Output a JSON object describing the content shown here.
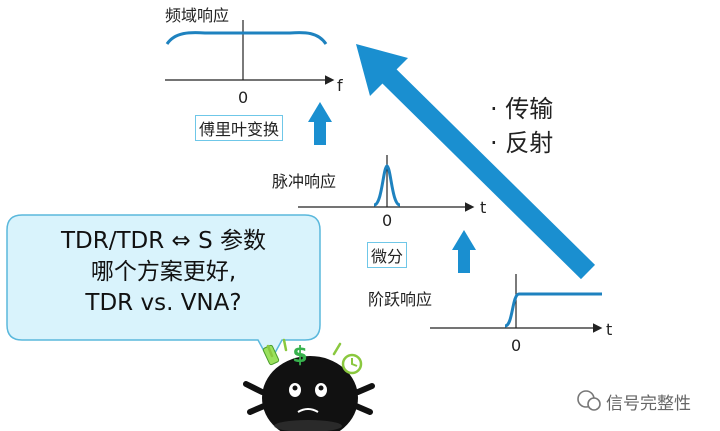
{
  "freq": {
    "title": "频域响应",
    "origin": "0",
    "axis": "f"
  },
  "fourier": {
    "label": "傅里叶变换"
  },
  "impulse": {
    "title": "脉冲响应",
    "origin": "0",
    "axis": "t"
  },
  "diff": {
    "label": "微分"
  },
  "step": {
    "title": "阶跃响应",
    "origin": "0",
    "axis": "t"
  },
  "bullets": [
    "· 传输",
    "· 反射"
  ],
  "bubble": {
    "lines": [
      "TDR/TDR ⇔ S 参数",
      "哪个方案更好,",
      "TDR vs. VNA?"
    ]
  },
  "watermark": {
    "text": "信号完整性"
  },
  "colors": {
    "accent": "#1a8fd0",
    "curve": "#1e82bf",
    "box": "#6fc7e8",
    "bubble": "#d9f3fc",
    "bubble_border": "#5ab8dc"
  }
}
